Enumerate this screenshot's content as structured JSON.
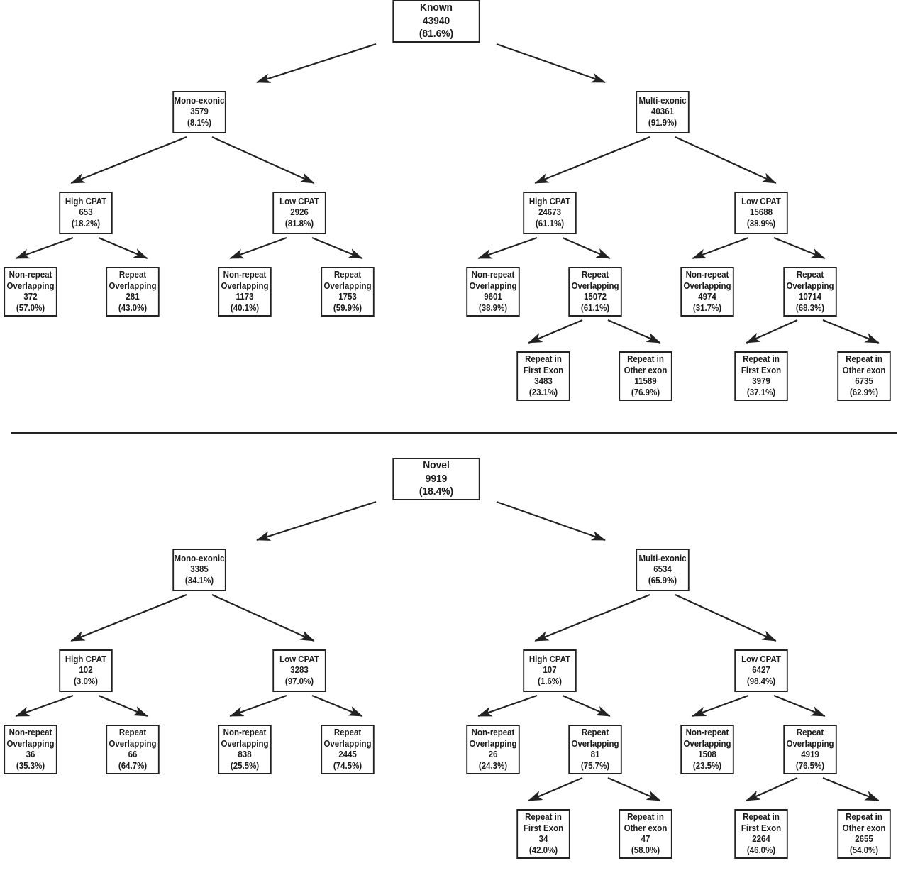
{
  "trees": [
    {
      "id": "known",
      "root": {
        "label": "Known",
        "count": "43940",
        "pct": "(81.6%)"
      },
      "mono": {
        "label": "Mono-exonic",
        "count": "3579",
        "pct": "(8.1%)",
        "high": {
          "label": "High CPAT",
          "count": "653",
          "pct": "(18.2%)",
          "nonrepeat": {
            "label1": "Non-repeat",
            "label2": "Overlapping",
            "count": "372",
            "pct": "(57.0%)"
          },
          "repeat": {
            "label1": "Repeat",
            "label2": "Overlapping",
            "count": "281",
            "pct": "(43.0%)"
          }
        },
        "low": {
          "label": "Low CPAT",
          "count": "2926",
          "pct": "(81.8%)",
          "nonrepeat": {
            "label1": "Non-repeat",
            "label2": "Overlapping",
            "count": "1173",
            "pct": "(40.1%)"
          },
          "repeat": {
            "label1": "Repeat",
            "label2": "Overlapping",
            "count": "1753",
            "pct": "(59.9%)"
          }
        }
      },
      "multi": {
        "label": "Multi-exonic",
        "count": "40361",
        "pct": "(91.9%)",
        "high": {
          "label": "High CPAT",
          "count": "24673",
          "pct": "(61.1%)",
          "nonrepeat": {
            "label1": "Non-repeat",
            "label2": "Overlapping",
            "count": "9601",
            "pct": "(38.9%)"
          },
          "repeat": {
            "label1": "Repeat",
            "label2": "Overlapping",
            "count": "15072",
            "pct": "(61.1%)",
            "first": {
              "label1": "Repeat in",
              "label2": "First Exon",
              "count": "3483",
              "pct": "(23.1%)"
            },
            "other": {
              "label1": "Repeat in",
              "label2": "Other exon",
              "count": "11589",
              "pct": "(76.9%)"
            }
          }
        },
        "low": {
          "label": "Low CPAT",
          "count": "15688",
          "pct": "(38.9%)",
          "nonrepeat": {
            "label1": "Non-repeat",
            "label2": "Overlapping",
            "count": "4974",
            "pct": "(31.7%)"
          },
          "repeat": {
            "label1": "Repeat",
            "label2": "Overlapping",
            "count": "10714",
            "pct": "(68.3%)",
            "first": {
              "label1": "Repeat in",
              "label2": "First Exon",
              "count": "3979",
              "pct": "(37.1%)"
            },
            "other": {
              "label1": "Repeat in",
              "label2": "Other exon",
              "count": "6735",
              "pct": "(62.9%)"
            }
          }
        }
      }
    },
    {
      "id": "novel",
      "root": {
        "label": "Novel",
        "count": "9919",
        "pct": "(18.4%)"
      },
      "mono": {
        "label": "Mono-exonic",
        "count": "3385",
        "pct": "(34.1%)",
        "high": {
          "label": "High CPAT",
          "count": "102",
          "pct": "(3.0%)",
          "nonrepeat": {
            "label1": "Non-repeat",
            "label2": "Overlapping",
            "count": "36",
            "pct": "(35.3%)"
          },
          "repeat": {
            "label1": "Repeat",
            "label2": "Overlapping",
            "count": "66",
            "pct": "(64.7%)"
          }
        },
        "low": {
          "label": "Low CPAT",
          "count": "3283",
          "pct": "(97.0%)",
          "nonrepeat": {
            "label1": "Non-repeat",
            "label2": "Overlapping",
            "count": "838",
            "pct": "(25.5%)"
          },
          "repeat": {
            "label1": "Repeat",
            "label2": "Overlapping",
            "count": "2445",
            "pct": "(74.5%)"
          }
        }
      },
      "multi": {
        "label": "Multi-exonic",
        "count": "6534",
        "pct": "(65.9%)",
        "high": {
          "label": "High CPAT",
          "count": "107",
          "pct": "(1.6%)",
          "nonrepeat": {
            "label1": "Non-repeat",
            "label2": "Overlapping",
            "count": "26",
            "pct": "(24.3%)"
          },
          "repeat": {
            "label1": "Repeat",
            "label2": "Overlapping",
            "count": "81",
            "pct": "(75.7%)",
            "first": {
              "label1": "Repeat in",
              "label2": "First Exon",
              "count": "34",
              "pct": "(42.0%)"
            },
            "other": {
              "label1": "Repeat in",
              "label2": "Other exon",
              "count": "47",
              "pct": "(58.0%)"
            }
          }
        },
        "low": {
          "label": "Low CPAT",
          "count": "6427",
          "pct": "(98.4%)",
          "nonrepeat": {
            "label1": "Non-repeat",
            "label2": "Overlapping",
            "count": "1508",
            "pct": "(23.5%)"
          },
          "repeat": {
            "label1": "Repeat",
            "label2": "Overlapping",
            "count": "4919",
            "pct": "(76.5%)",
            "first": {
              "label1": "Repeat in",
              "label2": "First Exon",
              "count": "2264",
              "pct": "(46.0%)"
            },
            "other": {
              "label1": "Repeat in",
              "label2": "Other exon",
              "count": "2655",
              "pct": "(54.0%)"
            }
          }
        }
      }
    }
  ],
  "colors": {
    "stroke": "#222222",
    "background": "#ffffff",
    "text": "#1a1a1a"
  }
}
